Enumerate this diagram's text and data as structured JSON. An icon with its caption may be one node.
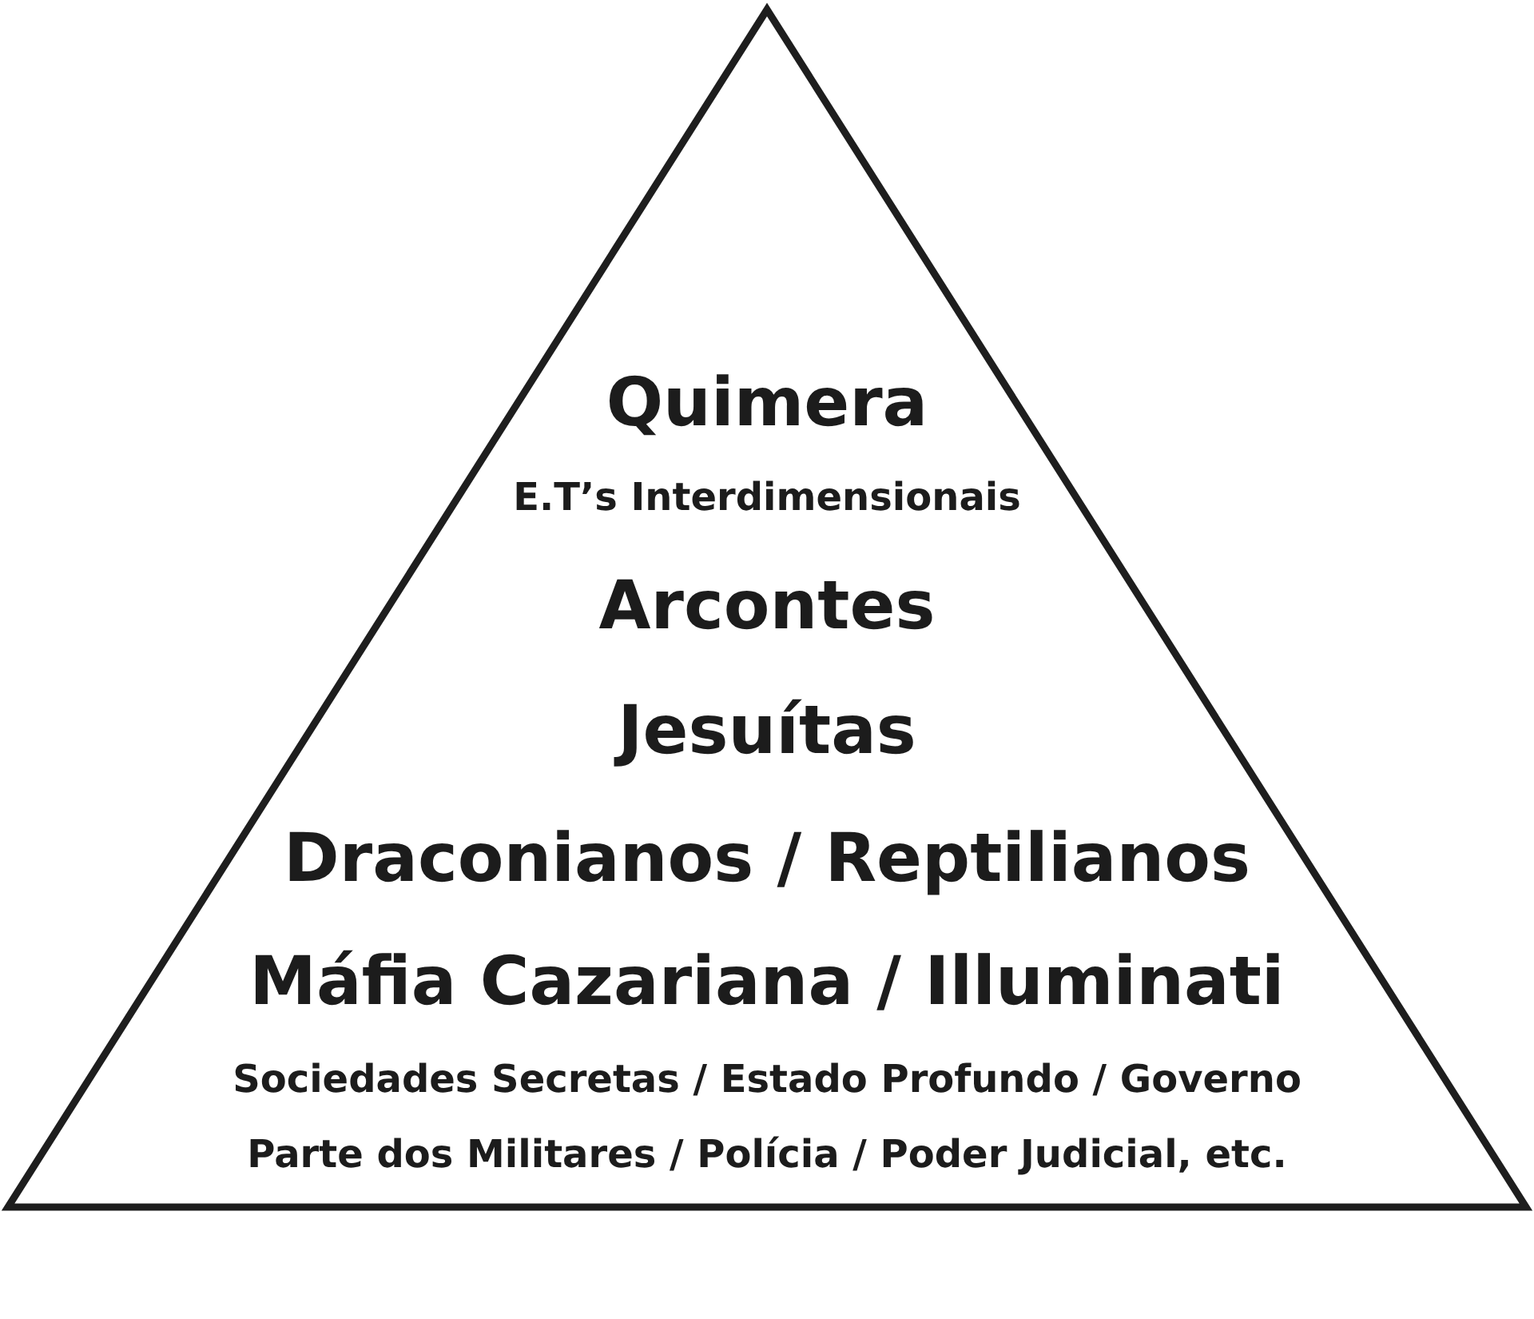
{
  "diagram": {
    "nodes": [
      {
        "text": [
          "Quimera",
          "E.T’s Interdimensionais",
          "Arcontes",
          "Jesuítas",
          "Draconianos / Reptilianos",
          "Máfia Cazariana / Illuminati",
          "Sociedades Secretas / Estado Profundo / Governo",
          "Parte dos Militares / Polícia / Poder Judicial, etc."
        ]
      }
    ]
  }
}
